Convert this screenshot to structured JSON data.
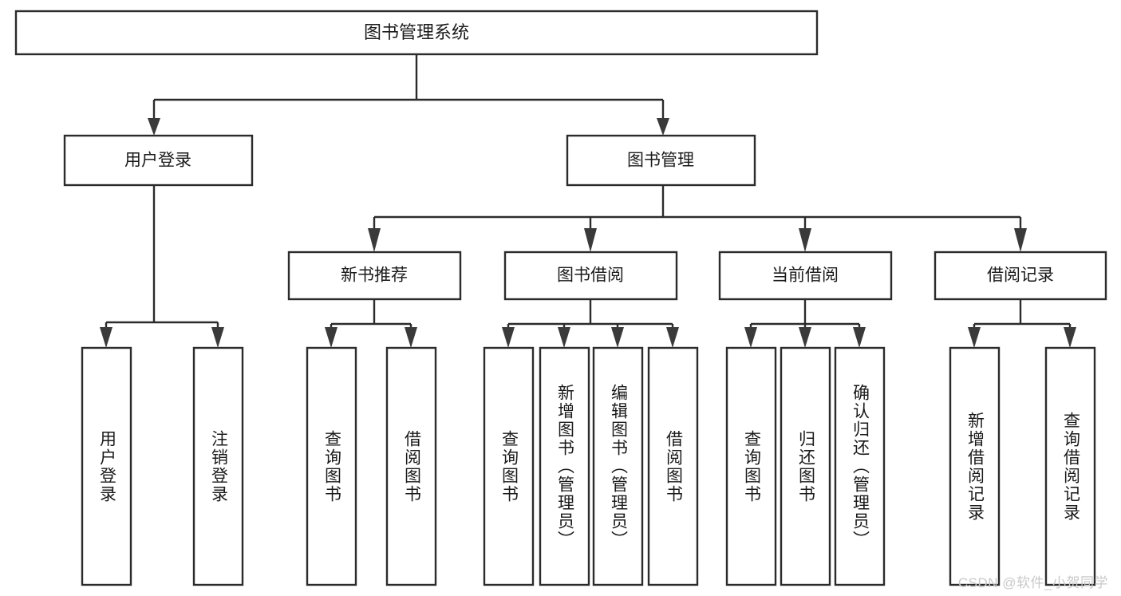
{
  "diagram": {
    "type": "hierarchy-tree",
    "title_node": {
      "id": "root",
      "label": "图书管理系统"
    },
    "colors": {
      "box_stroke": "#2b2b2b",
      "box_fill": "#ffffff",
      "connector": "#2b2b2b",
      "text": "#1a1a1a",
      "watermark": "#c9c9c9",
      "background": "#ffffff"
    },
    "level1": [
      {
        "id": "user-login",
        "label": "用户登录"
      },
      {
        "id": "book-manage",
        "label": "图书管理"
      }
    ],
    "level2": [
      {
        "id": "new-book-rec",
        "label": "新书推荐",
        "parent": "book-manage"
      },
      {
        "id": "book-borrow",
        "label": "图书借阅",
        "parent": "book-manage"
      },
      {
        "id": "current-borrow",
        "label": "当前借阅",
        "parent": "book-manage"
      },
      {
        "id": "borrow-record",
        "label": "借阅记录",
        "parent": "book-manage"
      }
    ],
    "leaves": [
      {
        "id": "leaf-user-login",
        "label": "用户登录",
        "parent": "user-login"
      },
      {
        "id": "leaf-logout-login",
        "label": "注销登录",
        "parent": "user-login"
      },
      {
        "id": "leaf-query-book-1",
        "label": "查询图书",
        "parent": "new-book-rec"
      },
      {
        "id": "leaf-borrow-book-1",
        "label": "借阅图书",
        "parent": "new-book-rec"
      },
      {
        "id": "leaf-query-book-2",
        "label": "查询图书",
        "parent": "book-borrow"
      },
      {
        "id": "leaf-add-book",
        "label": "新增图书（管理员）",
        "parent": "book-borrow"
      },
      {
        "id": "leaf-edit-book",
        "label": "编辑图书（管理员）",
        "parent": "book-borrow"
      },
      {
        "id": "leaf-borrow-book-2",
        "label": "借阅图书",
        "parent": "book-borrow"
      },
      {
        "id": "leaf-query-book-3",
        "label": "查询图书",
        "parent": "current-borrow"
      },
      {
        "id": "leaf-return-book",
        "label": "归还图书",
        "parent": "current-borrow"
      },
      {
        "id": "leaf-confirm-return",
        "label": "确认归还（管理员）",
        "parent": "current-borrow"
      },
      {
        "id": "leaf-add-record",
        "label": "新增借阅记录",
        "parent": "borrow-record"
      },
      {
        "id": "leaf-query-record",
        "label": "查询借阅记录",
        "parent": "borrow-record"
      }
    ],
    "watermark": "CSDN @软件_小贺同学"
  }
}
